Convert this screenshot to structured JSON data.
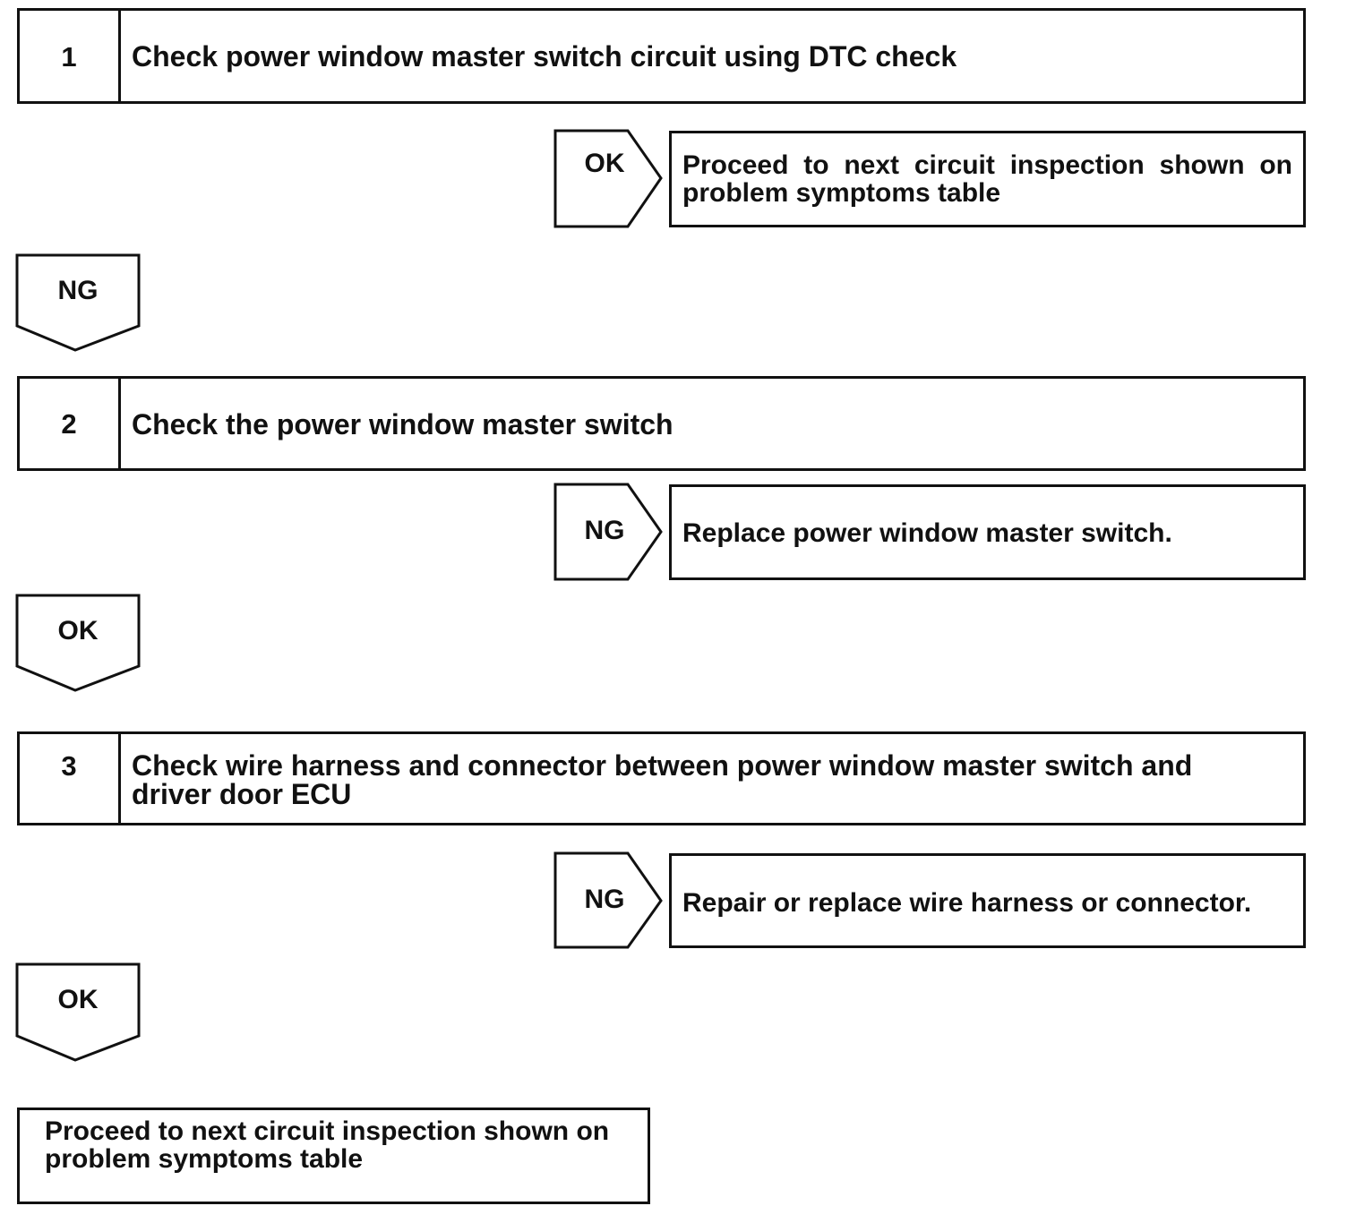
{
  "steps": [
    {
      "number": "1",
      "title": "Check power window master switch circuit using DTC check"
    },
    {
      "number": "2",
      "title": "Check the power window master switch"
    },
    {
      "number": "3",
      "title": "Check wire harness and connector between power window master switch and driver door ECU"
    }
  ],
  "branches": [
    {
      "label": "OK",
      "action": "Proceed to next circuit inspection shown on problem symptoms table"
    },
    {
      "label": "NG",
      "action": "Replace power window master switch."
    },
    {
      "label": "NG",
      "action": "Repair or replace wire harness or connector."
    }
  ],
  "down_tags": [
    "NG",
    "OK",
    "OK"
  ],
  "final": {
    "text": "Proceed to next circuit inspection shown on problem symptoms table"
  }
}
